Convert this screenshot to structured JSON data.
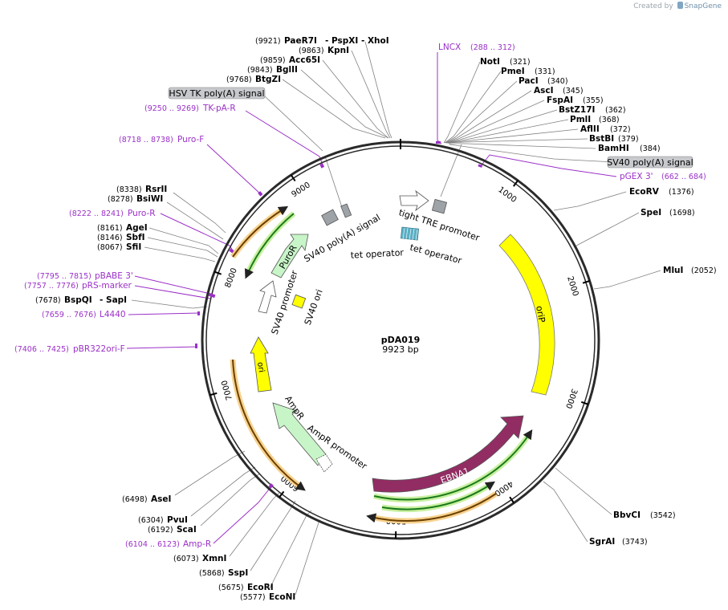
{
  "credit": {
    "prefix": "Created by",
    "brand": "SnapGene"
  },
  "plasmid": {
    "name": "pDA019",
    "size_label": "9923 bp",
    "length": 9923
  },
  "ticks": [
    {
      "pos": 1000,
      "label": "1000"
    },
    {
      "pos": 2000,
      "label": "2000"
    },
    {
      "pos": 3000,
      "label": "3000"
    },
    {
      "pos": 4000,
      "label": "4000"
    },
    {
      "pos": 5000,
      "label": "5000"
    },
    {
      "pos": 6000,
      "label": "6000"
    },
    {
      "pos": 7000,
      "label": "7000"
    },
    {
      "pos": 8000,
      "label": "8000"
    },
    {
      "pos": 9000,
      "label": "9000"
    }
  ],
  "enzymes": [
    {
      "id": "paer7i",
      "name": "PaeR7I",
      "pos": "(9921)",
      "extra": "- PspXI   - XhoI"
    },
    {
      "id": "kpni",
      "name": "KpnI",
      "pos": "(9863)"
    },
    {
      "id": "acc65i",
      "name": "Acc65I",
      "pos": "(9859)"
    },
    {
      "id": "bglii",
      "name": "BglII",
      "pos": "(9843)"
    },
    {
      "id": "btgzi",
      "name": "BtgZI",
      "pos": "(9768)"
    },
    {
      "id": "noti",
      "name": "NotI",
      "pos": "(321)"
    },
    {
      "id": "pmei",
      "name": "PmeI",
      "pos": "(331)"
    },
    {
      "id": "paci",
      "name": "PacI",
      "pos": "(340)"
    },
    {
      "id": "asci",
      "name": "AscI",
      "pos": "(345)"
    },
    {
      "id": "fspai",
      "name": "FspAI",
      "pos": "(355)"
    },
    {
      "id": "bstz17i",
      "name": "BstZ17I",
      "pos": "(362)"
    },
    {
      "id": "pmli",
      "name": "PmlI",
      "pos": "(368)"
    },
    {
      "id": "aflii",
      "name": "AflII",
      "pos": "(372)"
    },
    {
      "id": "bstbi",
      "name": "BstBI",
      "pos": "(379)"
    },
    {
      "id": "bamhi",
      "name": "BamHI",
      "pos": "(384)"
    },
    {
      "id": "ecorv",
      "name": "EcoRV",
      "pos": "(1376)"
    },
    {
      "id": "spei",
      "name": "SpeI",
      "pos": "(1698)"
    },
    {
      "id": "mlui",
      "name": "MluI",
      "pos": "(2052)"
    },
    {
      "id": "bbvci",
      "name": "BbvCI",
      "pos": "(3542)"
    },
    {
      "id": "sgrai",
      "name": "SgrAI",
      "pos": "(3743)"
    },
    {
      "id": "rsrii",
      "name": "RsrII",
      "pos": "(8338)"
    },
    {
      "id": "bsiwi",
      "name": "BsiWI",
      "pos": "(8278)"
    },
    {
      "id": "agei",
      "name": "AgeI",
      "pos": "(8161)"
    },
    {
      "id": "sbfi",
      "name": "SbfI",
      "pos": "(8146)"
    },
    {
      "id": "sfii",
      "name": "SfiI",
      "pos": "(8067)"
    },
    {
      "id": "bspqi",
      "name": "BspQI",
      "pos": "(7678)",
      "extra": "- SapI"
    },
    {
      "id": "asei",
      "name": "AseI",
      "pos": "(6498)"
    },
    {
      "id": "pvui",
      "name": "PvuI",
      "pos": "(6304)"
    },
    {
      "id": "scai",
      "name": "ScaI",
      "pos": "(6192)"
    },
    {
      "id": "xmni",
      "name": "XmnI",
      "pos": "(6073)"
    },
    {
      "id": "sspi",
      "name": "SspI",
      "pos": "(5868)"
    },
    {
      "id": "ecori",
      "name": "EcoRI",
      "pos": "(5675)"
    },
    {
      "id": "econi",
      "name": "EcoNI",
      "pos": "(5577)"
    }
  ],
  "primers": [
    {
      "id": "lncx",
      "name": "LNCX",
      "range": "(288 .. 312)"
    },
    {
      "id": "pgex3",
      "name": "pGEX 3'",
      "range": "(662 .. 684)"
    },
    {
      "id": "tkpar",
      "name": "TK-pA-R",
      "range": "(9250 .. 9269)"
    },
    {
      "id": "purof",
      "name": "Puro-F",
      "range": "(8718 .. 8738)"
    },
    {
      "id": "puror",
      "name": "Puro-R",
      "range": "(8222 .. 8241)"
    },
    {
      "id": "pbabe3",
      "name": "pBABE 3'",
      "range": "(7795 .. 7815)"
    },
    {
      "id": "prsmarker",
      "name": "pRS-marker",
      "range": "(7757 .. 7776)"
    },
    {
      "id": "l4440",
      "name": "L4440",
      "range": "(7659 .. 7676)"
    },
    {
      "id": "pbr322orif",
      "name": "pBR322ori-F",
      "range": "(7406 .. 7425)"
    },
    {
      "id": "ampr_primer",
      "name": "Amp-R",
      "range": "(6104 .. 6123)"
    }
  ],
  "callouts": {
    "hsv_tk": "HSV TK poly(A) signal",
    "sv40_polya_out": "SV40 poly(A) signal"
  },
  "features": {
    "oriP": "oriP",
    "EBNA1": "EBNA1",
    "ori": "ori",
    "AmpR": "AmpR",
    "AmpR_promoter": "AmpR promoter",
    "PuroR": "PuroR",
    "SV40_promoter": "SV40 promoter",
    "SV40_ori": "SV40 ori",
    "SV40_polyA_in": "SV40 poly(A) signal",
    "tight_TRE": "tight TRE promoter",
    "tet_op1": "tet operator",
    "tet_op2": "tet operator"
  },
  "colors": {
    "backbone": "#2a2a2a",
    "primer": "#9b30c8",
    "yellow": "#ffff00",
    "ebna": "#922d63",
    "green_light": "#c8f5c8",
    "gray_box": "#9ea3a8",
    "teal": "#5aaec4",
    "orange_glow": "#f7d28f",
    "green_glow": "#c8f0a0"
  }
}
